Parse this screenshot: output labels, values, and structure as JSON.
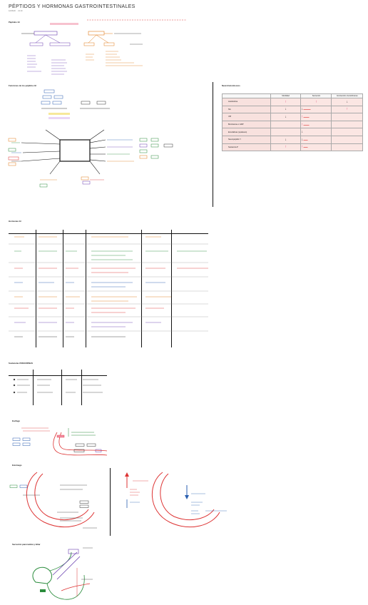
{
  "header": {
    "title": "PÉPTIDOS Y HORMONAS GASTROINTESTINALES",
    "date": "12/23/20",
    "time": "21:10"
  },
  "sections": {
    "peptidos": "Péptidos GI",
    "funciones": "Funciones de los péptidos GI",
    "neuro": "Neurotransmisores",
    "hormonas": "Hormonas GI",
    "paracrinas": "Sustancias PARACRINAS",
    "esofago": "Esófago",
    "estomago": "Estómago",
    "pancreas": "Secreción pancreática y biliar"
  },
  "neuro_table": {
    "headers": [
      "",
      "Motilidad",
      "Secreción",
      "Contracción de Esfínteres"
    ],
    "rows": [
      {
        "label": "Acetilcolina"
      },
      {
        "label": "NA"
      },
      {
        "label": "VIP"
      },
      {
        "label": "Bombesina o GRP"
      },
      {
        "label": "Encefalinas (opiáceos)"
      },
      {
        "label": "Neuropéptido Y"
      },
      {
        "label": "Sustancia P"
      }
    ]
  },
  "colors": {
    "pink": "#f28da6",
    "purple": "#6a3fb0",
    "orange": "#e07b1a",
    "green": "#2a8c3c",
    "blue": "#2a5fb0",
    "table_bg": "#fbe6e3",
    "red": "#e0336b"
  }
}
